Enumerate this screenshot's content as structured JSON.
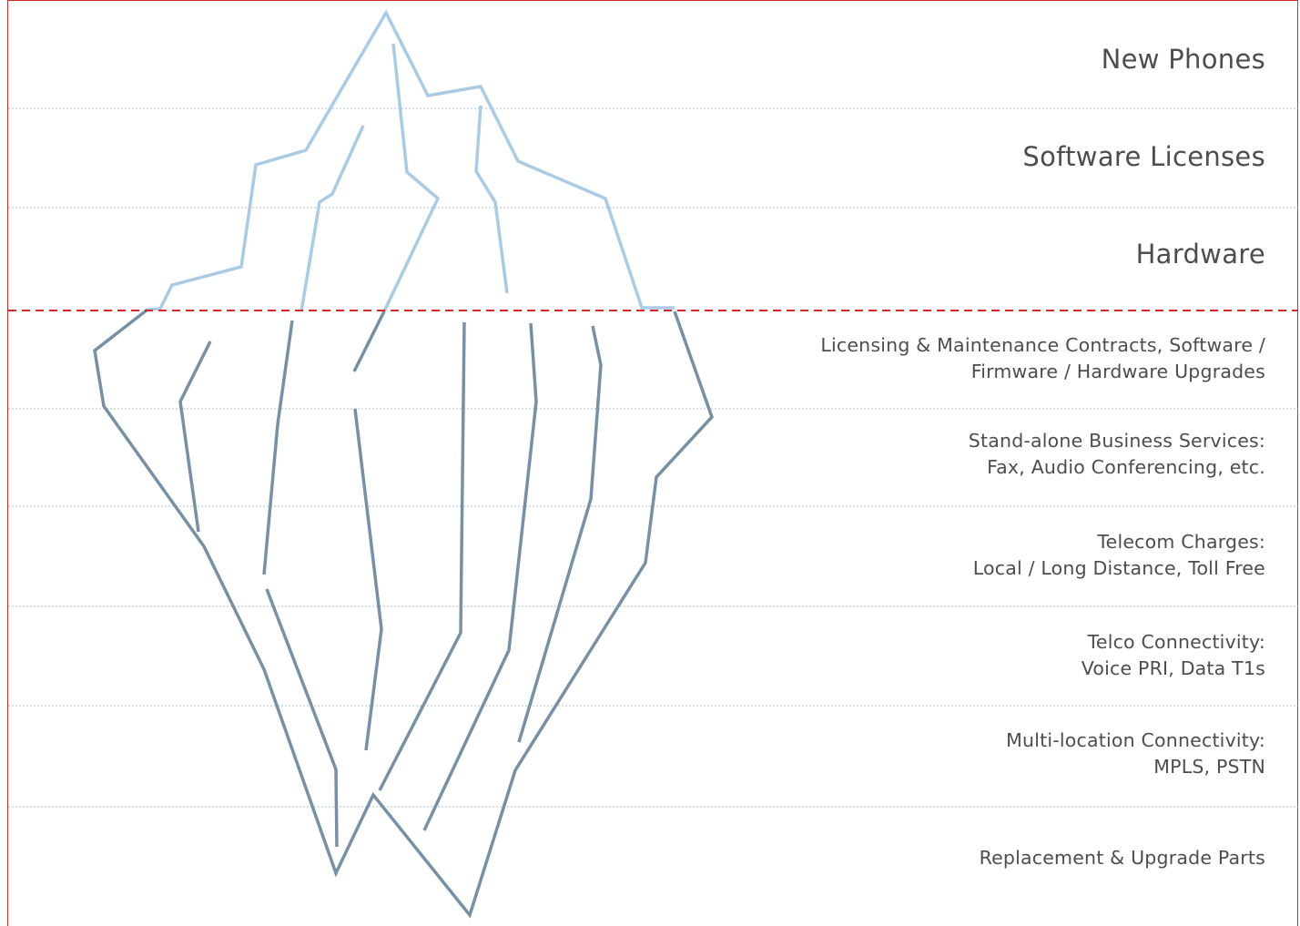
{
  "colors": {
    "frame": "#cf2e2e",
    "waterline": "#d9262a",
    "above_water_stroke": "#a9cbe6",
    "below_water_stroke": "#7890a5",
    "divider": "#a9bfd4",
    "text": "#4d4d4d"
  },
  "above_water": [
    {
      "lines": [
        "New Phones"
      ]
    },
    {
      "lines": [
        "Software Licenses"
      ]
    },
    {
      "lines": [
        "Hardware"
      ]
    }
  ],
  "below_water": [
    {
      "lines": [
        "Licensing & Maintenance Contracts, Software /",
        "Firmware / Hardware Upgrades"
      ]
    },
    {
      "lines": [
        "Stand-alone Business Services:",
        "Fax, Audio Conferencing, etc."
      ]
    },
    {
      "lines": [
        "Telecom Charges:",
        "Local / Long Distance, Toll Free"
      ]
    },
    {
      "lines": [
        "Telco Connectivity:",
        "Voice PRI, Data T1s"
      ]
    },
    {
      "lines": [
        "Multi-location Connectivity:",
        "MPLS, PSTN"
      ]
    },
    {
      "lines": [
        "Replacement & Upgrade Parts"
      ]
    }
  ]
}
